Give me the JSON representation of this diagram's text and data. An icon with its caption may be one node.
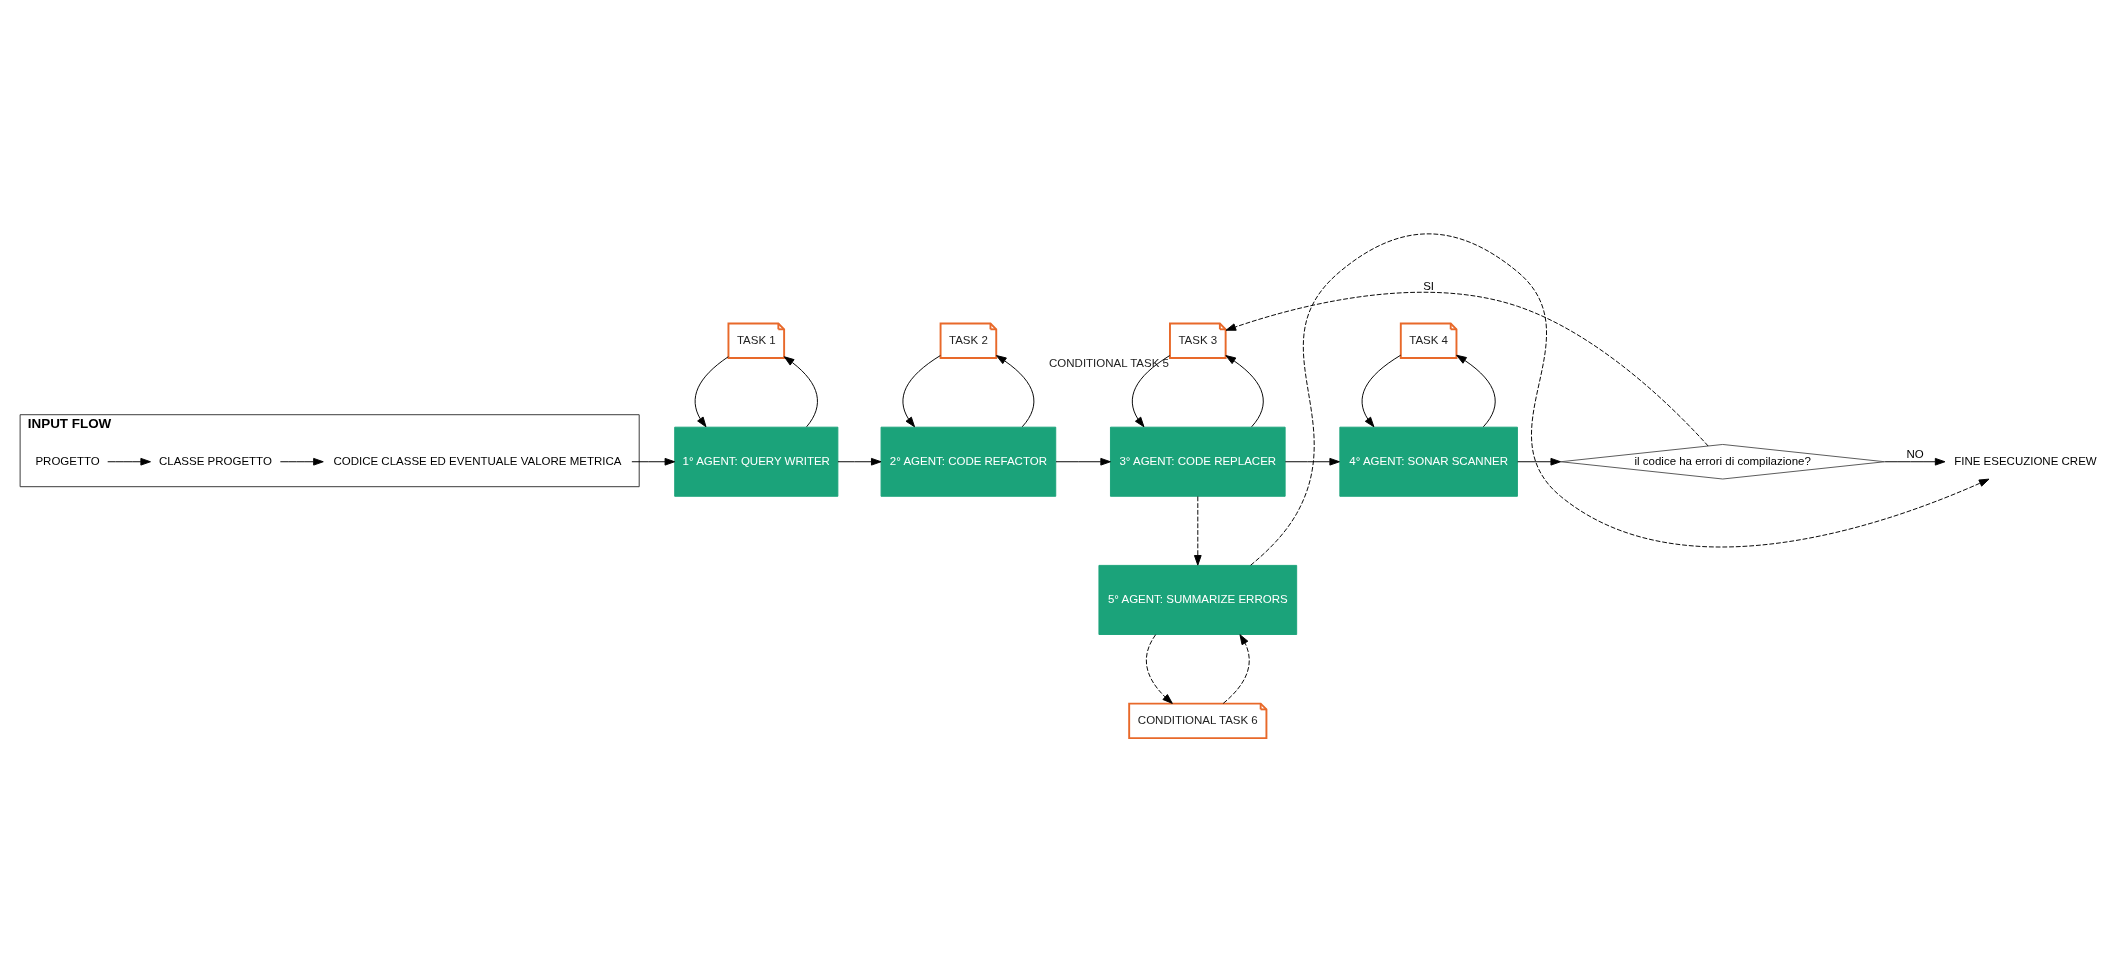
{
  "diagram": {
    "nodes": [
      {
        "text": [
          "INPUT FLOW"
        ]
      },
      {
        "text": [
          "PROGETTO"
        ],
        "in": 0
      },
      {
        "text": [
          "CLASSE PROGETTO"
        ],
        "in": 0
      },
      {
        "text": [
          "CODICE CLASSE ED EVENTUALE VALORE METRICA"
        ],
        "in": 0
      },
      {
        "text": [
          "TASK 1"
        ]
      },
      {
        "text": [
          "TASK 2"
        ]
      },
      {
        "text": [
          "TASK 3"
        ],
        "beside": [
          "CONDITIONAL TASK 5"
        ]
      },
      {
        "text": [
          "TASK 4"
        ]
      },
      {
        "text": [
          "1° AGENT: QUERY WRITER"
        ]
      },
      {
        "text": [
          "2° AGENT: CODE REFACTOR"
        ]
      },
      {
        "text": [
          "3° AGENT: CODE REPLACER"
        ]
      },
      {
        "text": [
          "4° AGENT: SONAR SCANNER"
        ]
      },
      {
        "text": [
          "il codice ha errori di compilazione?"
        ]
      },
      {
        "text": [
          "FINE ESECUZIONE CREW"
        ]
      },
      {
        "text": [
          "5° AGENT: SUMMARIZE ERRORS"
        ]
      },
      {
        "text": [
          "CONDITIONAL TASK 6"
        ]
      }
    ],
    "edges": [
      {
        "from": 1,
        "to": 2,
        "arrow": "to"
      },
      {
        "from": 2,
        "to": 3,
        "arrow": "to"
      },
      {
        "from": 3,
        "to": 8,
        "arrow": "to"
      },
      {
        "from": 8,
        "to": 4,
        "arrow": "to"
      },
      {
        "from": 4,
        "to": 8,
        "arrow": "to"
      },
      {
        "from": 8,
        "to": 9,
        "arrow": "to"
      },
      {
        "from": 9,
        "to": 5,
        "arrow": "to"
      },
      {
        "from": 5,
        "to": 9,
        "arrow": "to"
      },
      {
        "from": 9,
        "to": 10,
        "arrow": "to"
      },
      {
        "from": 10,
        "to": 6,
        "arrow": "to"
      },
      {
        "from": 6,
        "to": 10,
        "arrow": "to"
      },
      {
        "from": 12,
        "to": 6,
        "label": "SI",
        "arrow": "to",
        "style": "dashed"
      },
      {
        "from": 10,
        "to": 11,
        "arrow": "to"
      },
      {
        "from": 11,
        "to": 7,
        "arrow": "to"
      },
      {
        "from": 7,
        "to": 11,
        "arrow": "to"
      },
      {
        "from": 11,
        "to": 12,
        "arrow": "to"
      },
      {
        "from": 12,
        "to": 13,
        "label": "NO",
        "arrow": "to"
      },
      {
        "from": 10,
        "to": 14,
        "arrow": "to",
        "style": "dashed"
      },
      {
        "from": 14,
        "to": 13,
        "arrow": "to",
        "style": "dashed"
      },
      {
        "from": 15,
        "to": 14,
        "arrow": "to",
        "style": "dashed"
      },
      {
        "from": 14,
        "to": 15,
        "arrow": "to",
        "style": "dashed"
      }
    ]
  }
}
